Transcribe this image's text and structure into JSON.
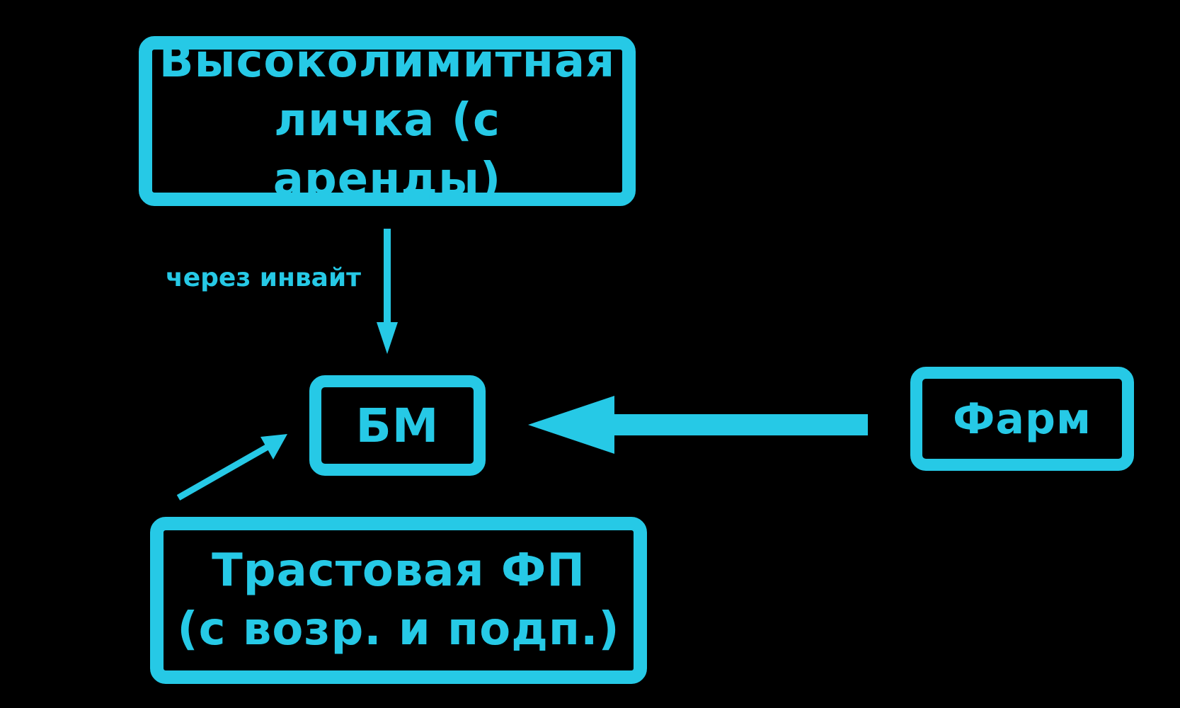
{
  "colors": {
    "background": "#000000",
    "accent": "#26c9e6"
  },
  "nodes": {
    "top": {
      "label": "Высоколимитная\nличка (с аренды)"
    },
    "center": {
      "label": "БМ"
    },
    "right": {
      "label": "Фарм"
    },
    "bottom": {
      "label": "Трастовая ФП\n(с возр. и подп.)"
    }
  },
  "edges": {
    "top_to_center": {
      "label": "через инвайт"
    }
  }
}
